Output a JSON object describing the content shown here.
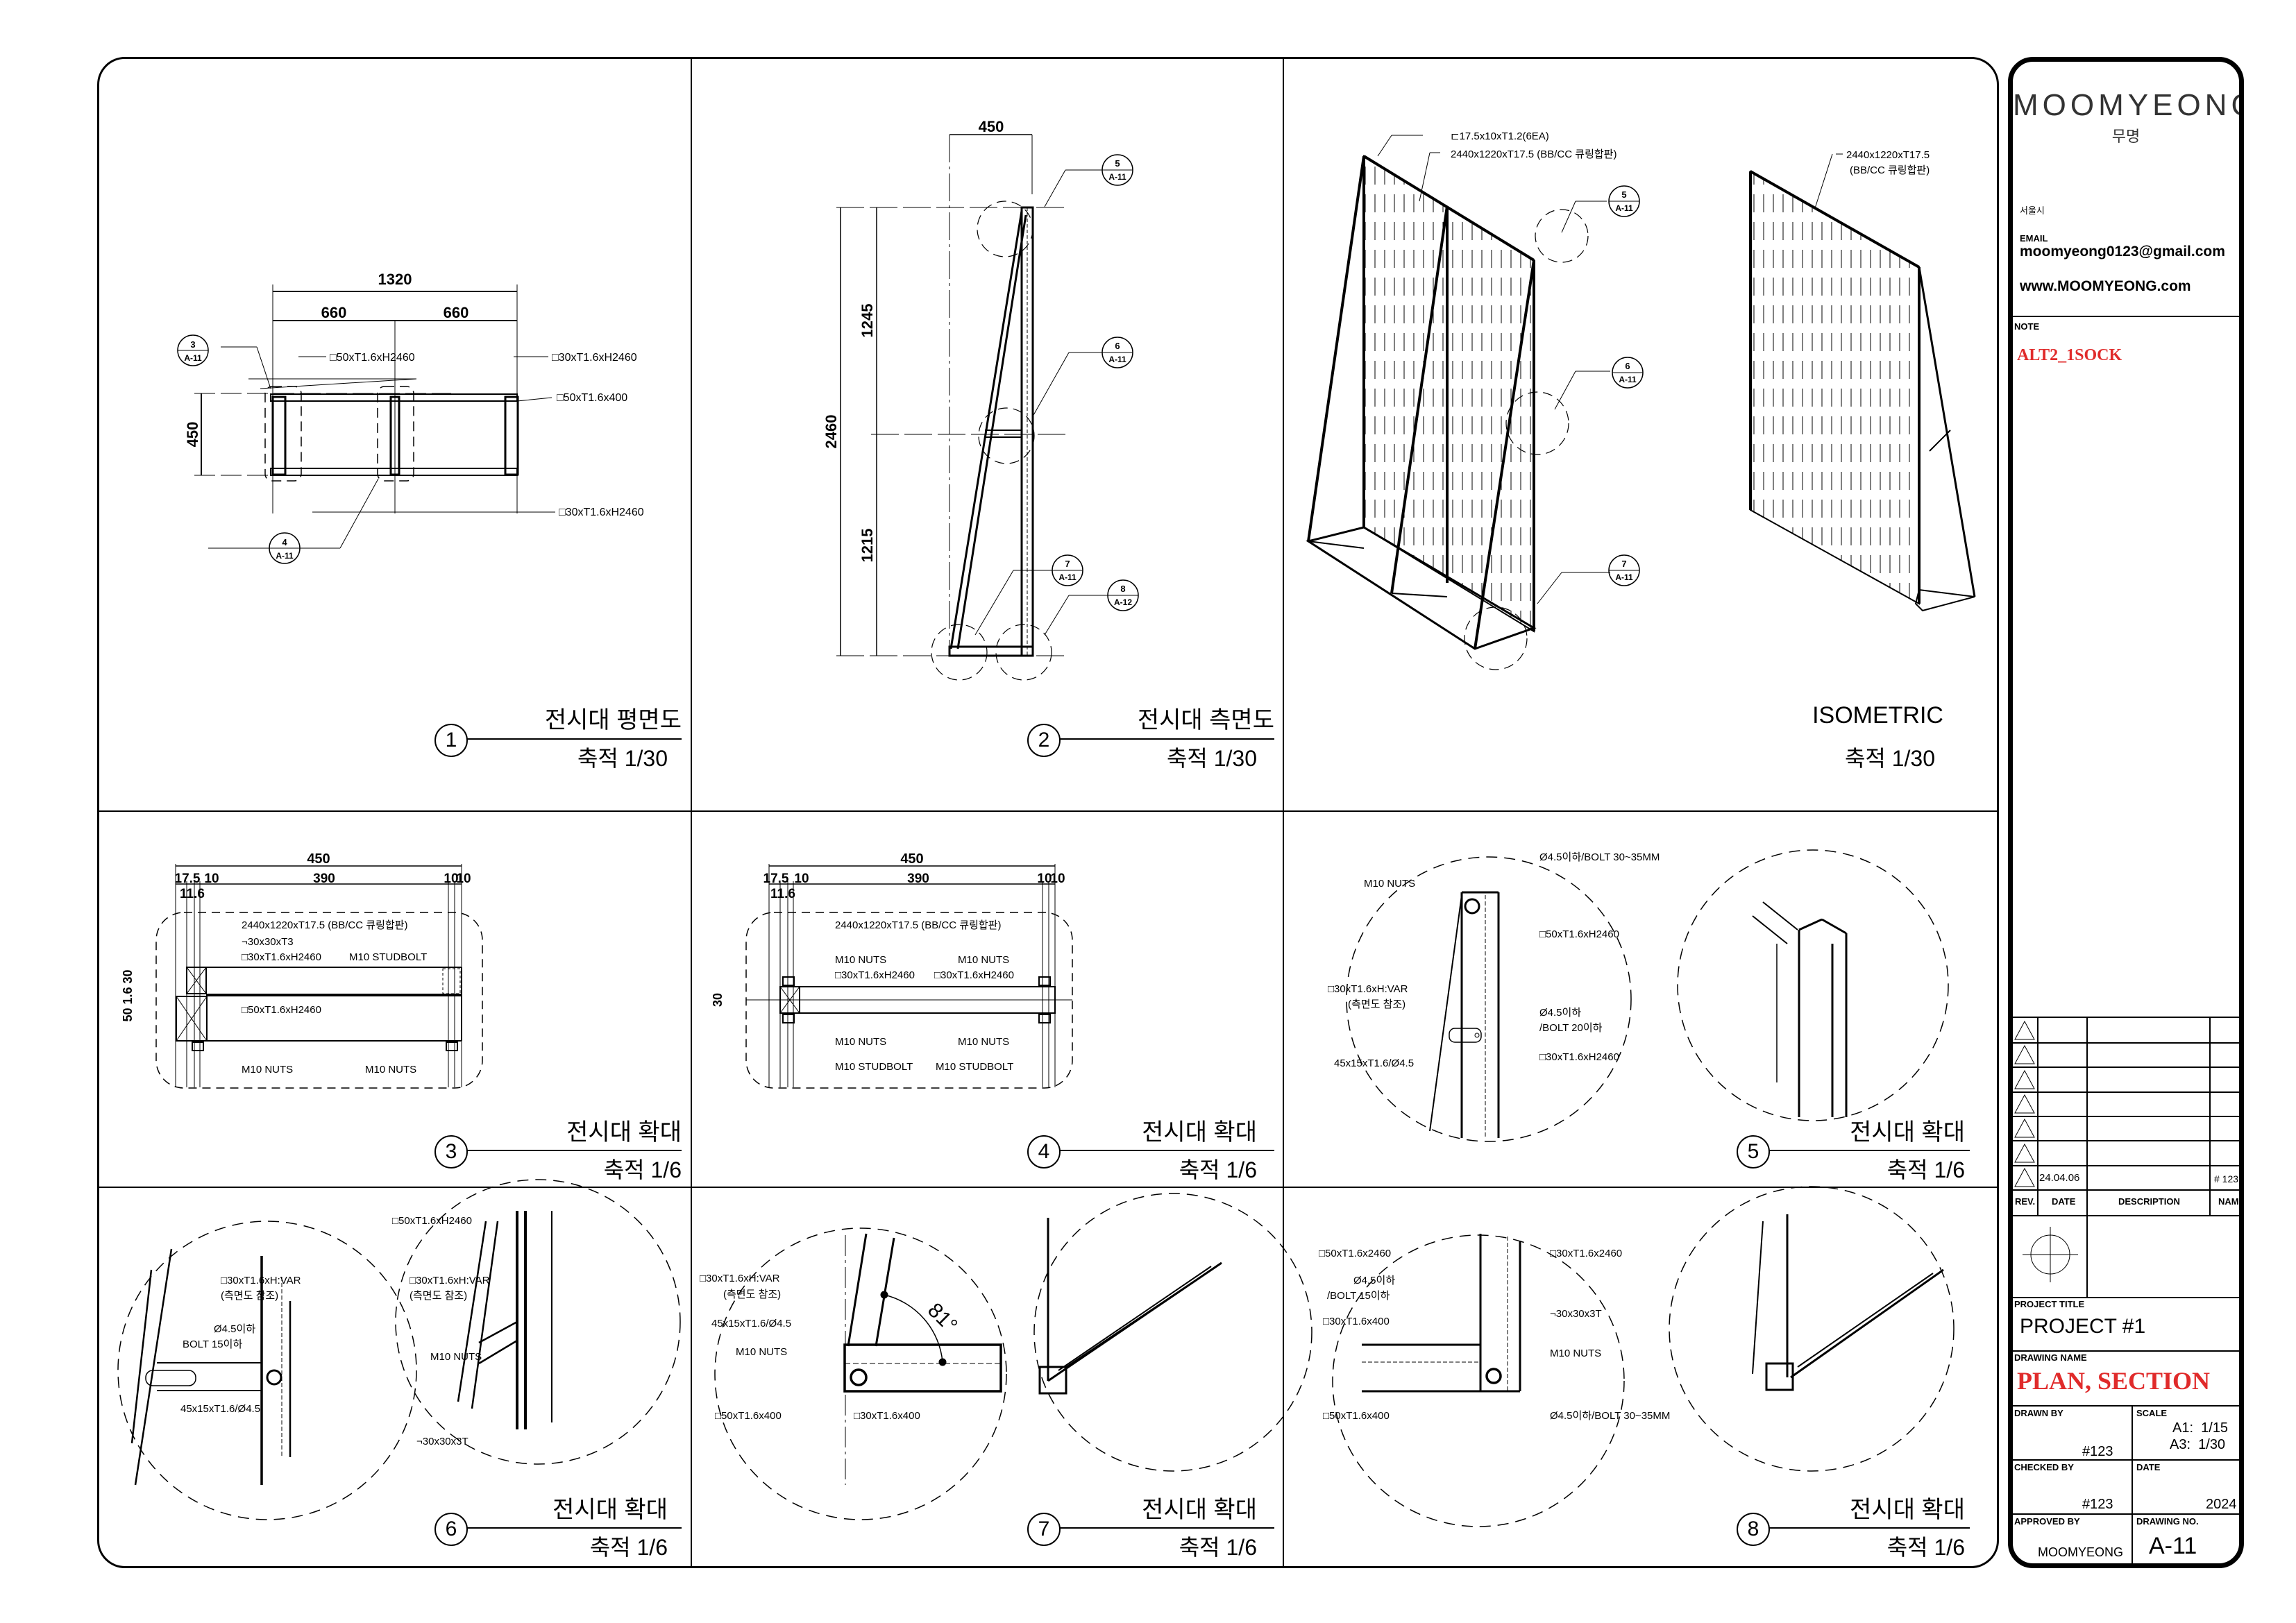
{
  "title_block": {
    "logo": "MOOMYEONG",
    "logo_korean": "무명",
    "address": "서울시",
    "email_label": "EMAIL",
    "email": "moomyeong0123@gmail.com",
    "website": "www.MOOMYEONG.com",
    "note_label": "NOTE",
    "note": "ALT2_1SOCK",
    "revisions": {
      "rows": [
        {
          "rev": "",
          "date": "",
          "description": "",
          "name": ""
        },
        {
          "rev": "",
          "date": "",
          "description": "",
          "name": ""
        },
        {
          "rev": "",
          "date": "",
          "description": "",
          "name": ""
        },
        {
          "rev": "",
          "date": "",
          "description": "",
          "name": ""
        },
        {
          "rev": "",
          "date": "",
          "description": "",
          "name": ""
        },
        {
          "rev": "",
          "date": "",
          "description": "",
          "name": ""
        },
        {
          "rev": "",
          "date": "24.04.06",
          "description": "",
          "name": "# 123"
        }
      ],
      "headers": {
        "rev": "REV.",
        "date": "DATE",
        "description": "DESCRIPTION",
        "name": "NAME"
      }
    },
    "project_title_label": "PROJECT TITLE",
    "project_title": "PROJECT #1",
    "drawing_name_label": "DRAWING NAME",
    "drawing_name": "PLAN, SECTION",
    "drawn_by_label": "DRAWN BY",
    "drawn_by": "#123",
    "scale_label": "SCALE",
    "scale_a1": "A1:  1/15",
    "scale_a3": "A3:  1/30",
    "checked_by_label": "CHECKED BY",
    "checked_by": "#123",
    "date_label": "DATE",
    "date": "2024",
    "approved_by_label": "APPROVED BY",
    "approved_by": "MOOMYEONG",
    "drawing_no_label": "DRAWING NO.",
    "drawing_no": "A-11",
    "accent_color": "#e02b2b"
  },
  "panels": [
    {
      "num": "1",
      "title": "전시대 평면도",
      "scale": "축적 1/30"
    },
    {
      "num": "2",
      "title": "전시대 측면도",
      "scale": "축적 1/30"
    },
    {
      "num": "",
      "title": "ISOMETRIC",
      "scale": "축적 1/30"
    },
    {
      "num": "3",
      "title": "전시대 확대",
      "scale": "축적 1/6"
    },
    {
      "num": "4",
      "title": "전시대 확대",
      "scale": "축적 1/6"
    },
    {
      "num": "5",
      "title": "전시대 확대",
      "scale": "축적 1/6"
    },
    {
      "num": "6",
      "title": "전시대 확대",
      "scale": "축적 1/6"
    },
    {
      "num": "7",
      "title": "전시대 확대",
      "scale": "축적 1/6"
    },
    {
      "num": "8",
      "title": "전시대 확대",
      "scale": "축적 1/6"
    }
  ],
  "plan": {
    "dim_total": "1320",
    "dim_left": "660",
    "dim_right": "660",
    "dim_depth": "450",
    "label_a": "□50xT1.6xH2460",
    "label_b": "□30xT1.6xH2460",
    "label_c": "□50xT1.6x400",
    "label_d": "□30xT1.6xH2460",
    "ref3_num": "3",
    "ref3_sheet": "A-11",
    "ref4_num": "4",
    "ref4_sheet": "A-11"
  },
  "side": {
    "dim_depth": "450",
    "dim_total": "2460",
    "dim_upper": "1245",
    "dim_lower": "1215",
    "refs": [
      {
        "num": "5",
        "sheet": "A-11"
      },
      {
        "num": "6",
        "sheet": "A-11"
      },
      {
        "num": "7",
        "sheet": "A-11"
      },
      {
        "num": "8",
        "sheet": "A-12"
      }
    ]
  },
  "iso": {
    "label_channel": "⊏17.5x10xT1.2(6EA)",
    "label_panel": "2440x1220xT17.5 (BB/CC 큐링합판)",
    "label_panel2_l1": "2440x1220xT17.5",
    "label_panel2_l2": "(BB/CC 큐링합판)",
    "refs": [
      {
        "num": "5",
        "sheet": "A-11"
      },
      {
        "num": "6",
        "sheet": "A-11"
      },
      {
        "num": "7",
        "sheet": "A-11"
      }
    ]
  },
  "detail3": {
    "dim_total": "450",
    "dims": [
      "17.5",
      "11.6",
      "10",
      "390",
      "10",
      "10"
    ],
    "dim_side": "50 1.6 30",
    "labels": [
      "2440x1220xT17.5 (BB/CC 큐링합판)",
      "¬30x30xT3",
      "□30xT1.6xH2460",
      "M10 STUDBOLT",
      "□50xT1.6xH2460",
      "M10 NUTS",
      "M10 NUTS"
    ]
  },
  "detail4": {
    "dim_total": "450",
    "dims": [
      "17.5",
      "11.6",
      "10",
      "390",
      "10",
      "10"
    ],
    "dim_side": "30",
    "labels": [
      "2440x1220xT17.5 (BB/CC 큐링합판)",
      "M10 NUTS",
      "□30xT1.6xH2460",
      "M10 NUTS",
      "□30xT1.6xH2460",
      "M10 NUTS",
      "M10 NUTS",
      "M10 STUDBOLT",
      "M10 STUDBOLT"
    ]
  },
  "detail5": {
    "labels": [
      "M10 NUTS",
      "Ø4.5이하/BOLT 30~35MM",
      "□50xT1.6xH2460",
      "□30xT1.6xH:VAR",
      "(측면도 참조)",
      "Ø4.5이하",
      "/BOLT 20이하",
      "45x15xT1.6/Ø4.5",
      "□30xT1.6xH2460"
    ]
  },
  "detail6": {
    "labels": [
      "□50xT1.6xH2460",
      "□30xT1.6xH:VAR",
      "(측면도 참조)",
      "□30xT1.6xH:VAR",
      "(측면도 참조)",
      "Ø4.5이하",
      "BOLT 15이하",
      "M10 NUTS",
      "45x15xT1.6/Ø4.5",
      "¬30x30x3T"
    ]
  },
  "detail7": {
    "labels": [
      "□30xT1.6xH:VAR",
      "(측면도 참조)",
      "45x15xT1.6/Ø4.5",
      "M10 NUTS",
      "□50xT1.6x400",
      "□30xT1.6x400"
    ],
    "angle": "81°"
  },
  "detail8": {
    "labels": [
      "□50xT1.6x2460",
      "Ø4.5이하",
      "/BOLT 15이하",
      "□30xT1.6x400",
      "□50xT1.6x400",
      "□30xT1.6x2460",
      "¬30x30x3T",
      "M10 NUTS",
      "Ø4.5이하/BOLT 30~35MM"
    ]
  }
}
